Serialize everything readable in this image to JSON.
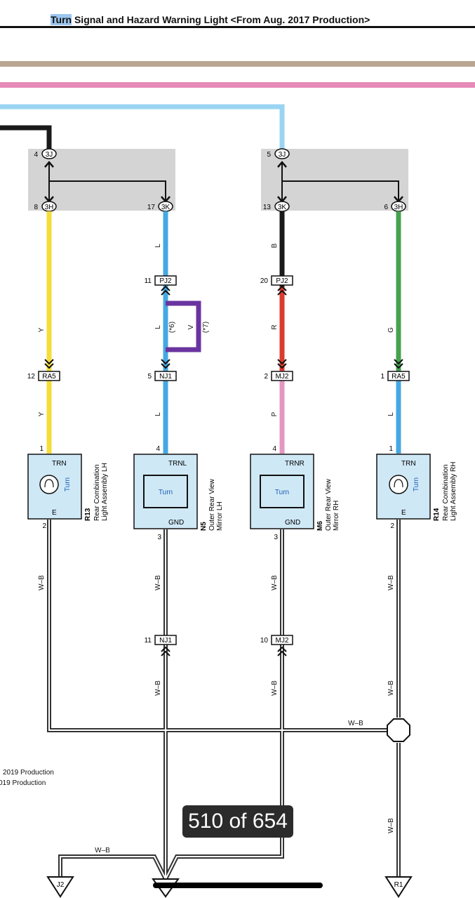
{
  "title": {
    "highlight": "Turn",
    "rest": " Signal and Hazard Warning Light <From Aug. 2017 Production>"
  },
  "colors": {
    "tan": "#b9a591",
    "pink": "#e58bb8",
    "light_blue": "#9ad4f2",
    "black": "#1a1a1a",
    "yellow": "#f5dd3a",
    "blue": "#45a8e2",
    "purple": "#6a34a0",
    "red": "#dd3a2e",
    "mauve": "#e497c2",
    "green": "#46a24e",
    "junction_gray": "#d4d4d4",
    "component_fill": "#cfe8f6"
  },
  "junctions": [
    {
      "top_pin": "4",
      "top_conn": "3J",
      "left_pin": "8",
      "left_conn": "3H",
      "right_pin": "17",
      "right_conn": "3K"
    },
    {
      "top_pin": "5",
      "top_conn": "3J",
      "left_pin": "13",
      "left_conn": "3K",
      "right_pin": "6",
      "right_conn": "3H"
    }
  ],
  "connectors": [
    {
      "pin": "11",
      "name": "PJ2"
    },
    {
      "pin": "20",
      "name": "PJ2"
    },
    {
      "pin": "12",
      "name": "RA5"
    },
    {
      "pin": "5",
      "name": "NJ1"
    },
    {
      "pin": "2",
      "name": "MJ2"
    },
    {
      "pin": "1",
      "name": "RA5"
    },
    {
      "pin": "11",
      "name": "NJ1"
    },
    {
      "pin": "10",
      "name": "MJ2"
    }
  ],
  "wire_labels": {
    "col1_upper": "Y",
    "col1_lower": "Y",
    "col2_upper": "L",
    "col2_mid": "L",
    "col2_lower": "L",
    "col2_purple": "V",
    "col2_note_a": "(*6)",
    "col2_note_b": "(*7)",
    "col3_upper": "B",
    "col3_mid": "R",
    "col3_lower": "P",
    "col4_mid": "G",
    "col4_lower": "L",
    "ground": "W–B"
  },
  "components": [
    {
      "id": "R13",
      "name_line1": "Rear Combination",
      "name_line2": "Light Assembly LH",
      "top_pin": "1",
      "top_label": "TRN",
      "bottom_pin": "2",
      "bottom_label": "E",
      "inner": "Turn"
    },
    {
      "id": "N5",
      "name_line1": "Outer Rear View",
      "name_line2": "Mirror LH",
      "top_pin": "4",
      "top_label": "TRNL",
      "bottom_pin": "3",
      "bottom_label": "GND",
      "inner": "Turn"
    },
    {
      "id": "M6",
      "name_line1": "Outer Rear View",
      "name_line2": "Mirror RH",
      "top_pin": "4",
      "top_label": "TRNR",
      "bottom_pin": "3",
      "bottom_label": "GND",
      "inner": "Turn"
    },
    {
      "id": "R14",
      "name_line1": "Rear Combination",
      "name_line2": "Light Assembly RH",
      "top_pin": "1",
      "top_label": "TRN",
      "bottom_pin": "2",
      "bottom_label": "E",
      "inner": "Turn"
    }
  ],
  "grounds": [
    "J2",
    "R1"
  ],
  "footnotes": [
    "2019 Production",
    "019 Production"
  ],
  "page_counter": "510 of 654"
}
